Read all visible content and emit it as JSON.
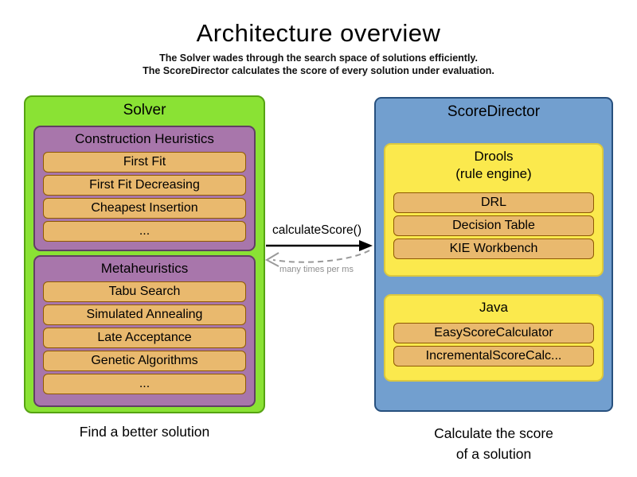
{
  "header": {
    "title": "Architecture overview",
    "subtitle1": "The Solver wades through the search space of solutions efficiently.",
    "subtitle2": "The ScoreDirector calculates the score of every solution under evaluation."
  },
  "solver": {
    "title": "Solver",
    "caption": "Find a better solution",
    "sections": [
      {
        "title": "Construction Heuristics",
        "items": [
          "First Fit",
          "First Fit Decreasing",
          "Cheapest Insertion",
          "..."
        ]
      },
      {
        "title": "Metaheuristics",
        "items": [
          "Tabu Search",
          "Simulated Annealing",
          "Late Acceptance",
          "Genetic Algorithms",
          "..."
        ]
      }
    ]
  },
  "score_director": {
    "title": "ScoreDirector",
    "caption_line1": "Calculate the score",
    "caption_line2": "of a solution",
    "sections": [
      {
        "title_line1": "Drools",
        "title_line2": "(rule engine)",
        "items": [
          "DRL",
          "Decision Table",
          "KIE Workbench"
        ]
      },
      {
        "title_line1": "Java",
        "title_line2": "",
        "items": [
          "EasyScoreCalculator",
          "IncrementalScoreCalc..."
        ]
      }
    ]
  },
  "connection": {
    "call_label": "calculateScore()",
    "frequency_label": "many times per ms"
  },
  "colors": {
    "solver_fill": "#8ae234",
    "solver_border": "#56a312",
    "purple_fill": "#a876ab",
    "purple_border": "#613f64",
    "item_fill": "#e9b96e",
    "item_border": "#8f5902",
    "director_fill": "#729fcf",
    "director_border": "#27507e",
    "yellow_fill": "#fbe94d",
    "yellow_border": "#dcc83e",
    "arrow_solid": "#000000",
    "arrow_dashed": "#9a9a9a"
  }
}
